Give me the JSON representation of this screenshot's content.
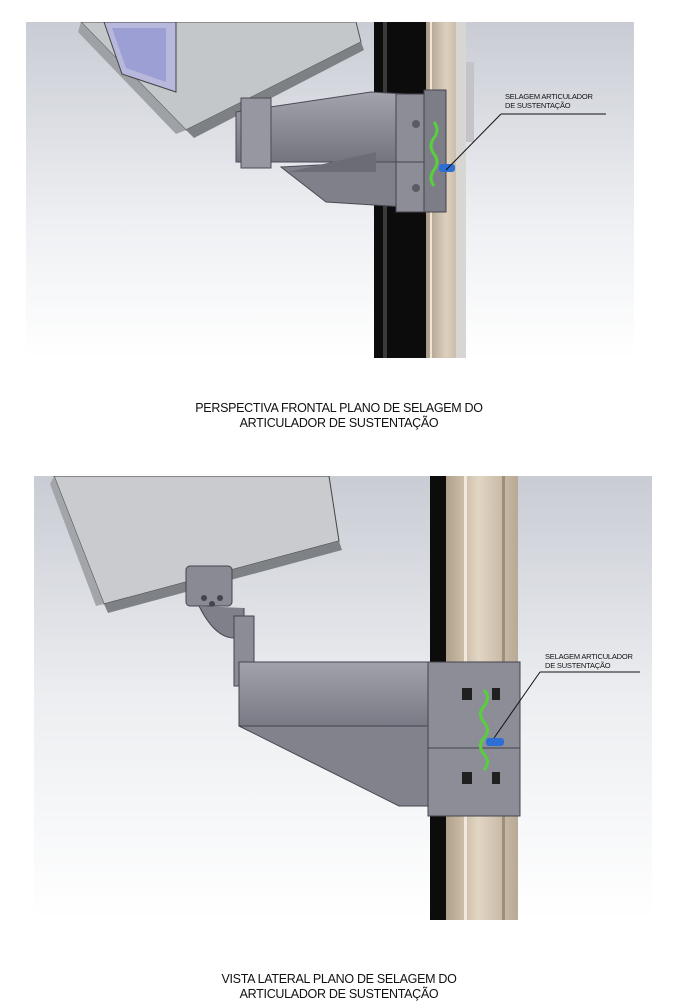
{
  "figure_top": {
    "caption_line1": "PERSPECTIVA FRONTAL PLANO DE SELAGEM DO",
    "caption_line2": "ARTICULADOR DE SUSTENTAÇÃO",
    "callout_line1": "SELAGEM ARTICULADOR",
    "callout_line2": "DE SUSTENTAÇÃO"
  },
  "figure_bottom": {
    "caption_line1": "VISTA LATERAL PLANO DE SELAGEM DO",
    "caption_line2": "ARTICULADOR DE SUSTENTAÇÃO",
    "callout_line1": "SELAGEM ARTICULADOR",
    "callout_line2": "DE SUSTENTAÇÃO"
  },
  "colors": {
    "pole_dark": "#0c0c0c",
    "pole_tan": "#cbbba6",
    "bracket_gray": "#8f8f9a",
    "seal_green": "#56d13a",
    "seal_blue": "#2e6fd6"
  }
}
